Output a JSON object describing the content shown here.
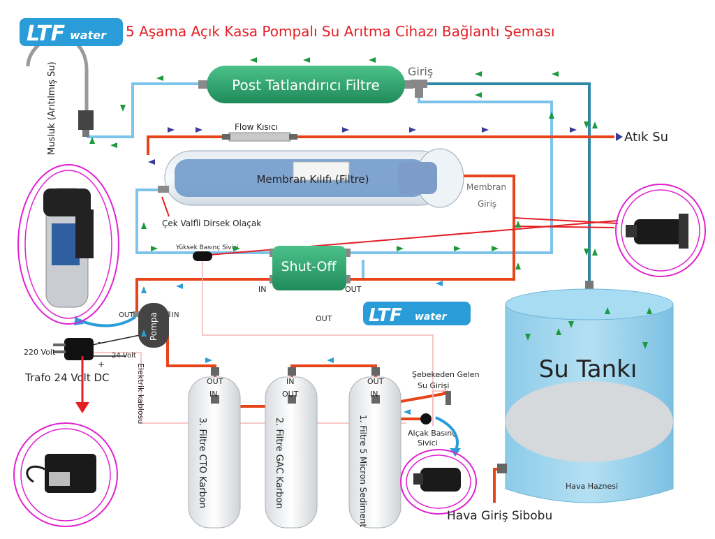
{
  "title": "5 Aşama Açık Kasa Pompalı Su Arıtma Cihazı Bağlantı Şeması",
  "logo": {
    "main": "LTF",
    "sub": "water"
  },
  "faucet": {
    "label": "Musluk (Arıtılmış Su)"
  },
  "post_filter": {
    "label": "Post Tatlandırıcı Filtre",
    "inlet_label": "Giriş"
  },
  "flow_restrictor": {
    "label": "Flow Kısıcı"
  },
  "waste": {
    "label": "Atık Su"
  },
  "membrane": {
    "label": "Membran Kılıfı (Filtre)",
    "inlet_label_1": "Membran",
    "inlet_label_2": "Giriş"
  },
  "check_valve": {
    "label": "Çek Valfli Dirsek Olaçak"
  },
  "high_pressure_switch": {
    "label": "Yüksek Basınç Sivici"
  },
  "shutoff": {
    "label": "Shut-Off",
    "in_label": "IN",
    "out_label": "OUT"
  },
  "pump": {
    "label": "Pompa",
    "out_label": "OUT",
    "in_label": "IN"
  },
  "standalone_out": "OUT",
  "transformer": {
    "label": "Trafo 24 Volt DC",
    "volt_in": "220 Volt",
    "volt_out": "24 Volt",
    "minus": "-",
    "plus": "+"
  },
  "electric_cable": {
    "label": "Elektrik kablosu"
  },
  "filter_3": {
    "label": "3. Filtre CTO Karbon",
    "top_port": "OUT",
    "bottom_port": "IN"
  },
  "filter_2": {
    "label": "2. Filtre GAC Karbon",
    "top_port": "IN",
    "bottom_port": "OUT"
  },
  "filter_1": {
    "label": "1. Filtre 5 Micron Sediment",
    "top_port": "OUT",
    "bottom_port": "IN"
  },
  "mains_inlet": {
    "line1": "Şebekeden Gelen",
    "line2": "Su Girişi"
  },
  "low_pressure_switch": {
    "line1": "Alçak Basınç",
    "line2": "Sivici"
  },
  "tank": {
    "label": "Su Tankı",
    "air_chamber": "Hava Haznesi",
    "air_valve": "Hava Giriş Sibobu"
  },
  "colors": {
    "clean_pipe": "#7cc4ec",
    "waste_pipe": "#e8441a",
    "tank_pipe": "#2f86a6",
    "post_filter": "#2fa470",
    "shutoff": "#2fa470",
    "tank": "#9fd3ec",
    "title": "#e31e24",
    "logo": "#2a9cd8",
    "highlight_circle": "#e020d0",
    "flow_arrow": "#1a9a3a",
    "waste_arrow": "#3a3a9a"
  }
}
